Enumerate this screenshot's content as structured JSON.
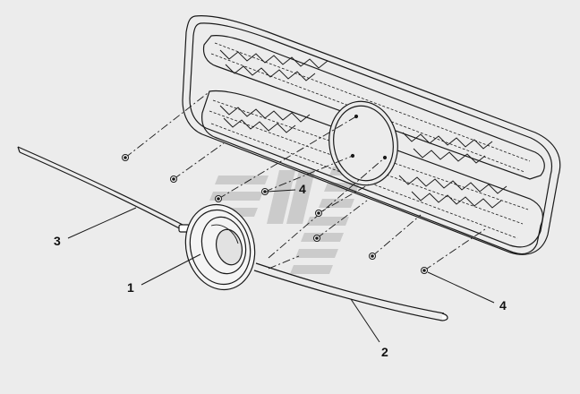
{
  "callouts": {
    "c1": "1",
    "c2": "2",
    "c3": "3",
    "c4a": "4",
    "c4b": "4"
  },
  "colors": {
    "background": "#ececec",
    "line": "#1a1a1a",
    "watermark": "#c4c4c4"
  },
  "parts": {
    "p1": "emblem-ring",
    "p2": "lower-trim-strip",
    "p3": "upper-trim-strip",
    "p4": "clip-nut"
  }
}
